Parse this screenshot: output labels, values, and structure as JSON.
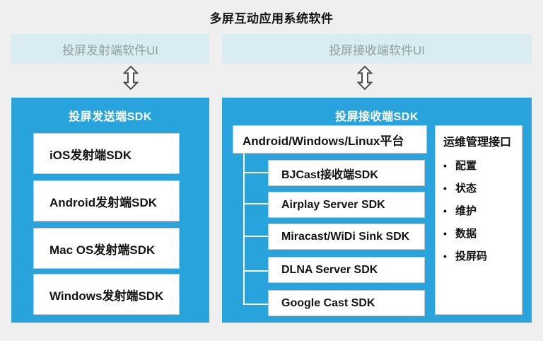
{
  "title": "多屏互动应用系统软件",
  "colors": {
    "background": "#efefef",
    "panel_cyan": "#29a3db",
    "ui_bar_blue": "#d9ecf2",
    "ui_bar_text": "#8f9ea1",
    "box_border": "#c6c6c6",
    "tree_line": "#ffffff",
    "arrow_outline": "#4d4d4d"
  },
  "ui_bars": {
    "left": {
      "label": "投屏发射端软件UI"
    },
    "right": {
      "label": "投屏接收端软件UI"
    }
  },
  "arrows": {
    "glyph": "up-down-double-arrow"
  },
  "sender_panel": {
    "title": "投屏发送端SDK",
    "items": [
      "iOS发射端SDK",
      "Android发射端SDK",
      "Mac OS发射端SDK",
      "Windows发射端SDK"
    ]
  },
  "receiver_panel": {
    "title": "投屏接收端SDK",
    "platform": "Android/Windows/Linux平台",
    "sdks": [
      "BJCast接收端SDK",
      "Airplay Server SDK",
      "Miracast/WiDi Sink SDK",
      "DLNA Server SDK",
      "Google Cast SDK"
    ],
    "ops": {
      "title": "运维管理接口",
      "bullet": "•",
      "items": [
        "配置",
        "状态",
        "维护",
        "数据",
        "投屏码"
      ]
    }
  }
}
